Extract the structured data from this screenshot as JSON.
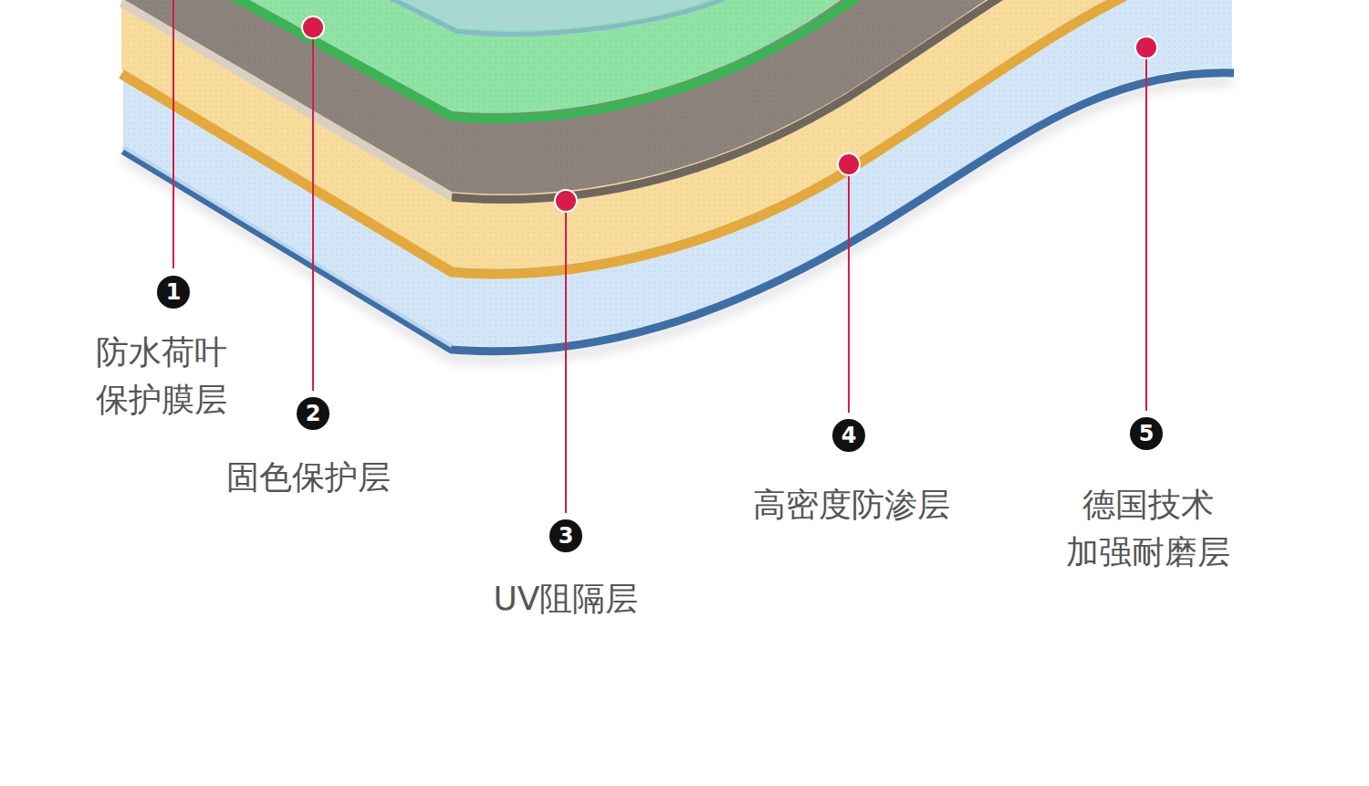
{
  "diagram": {
    "labels": [
      "1",
      "防水荷叶 保护膜层",
      "2",
      "固色保护层",
      "3",
      "UV阻隔层",
      "4",
      "高密度防渗层",
      "5",
      "德国技术 加强耐磨层"
    ]
  }
}
